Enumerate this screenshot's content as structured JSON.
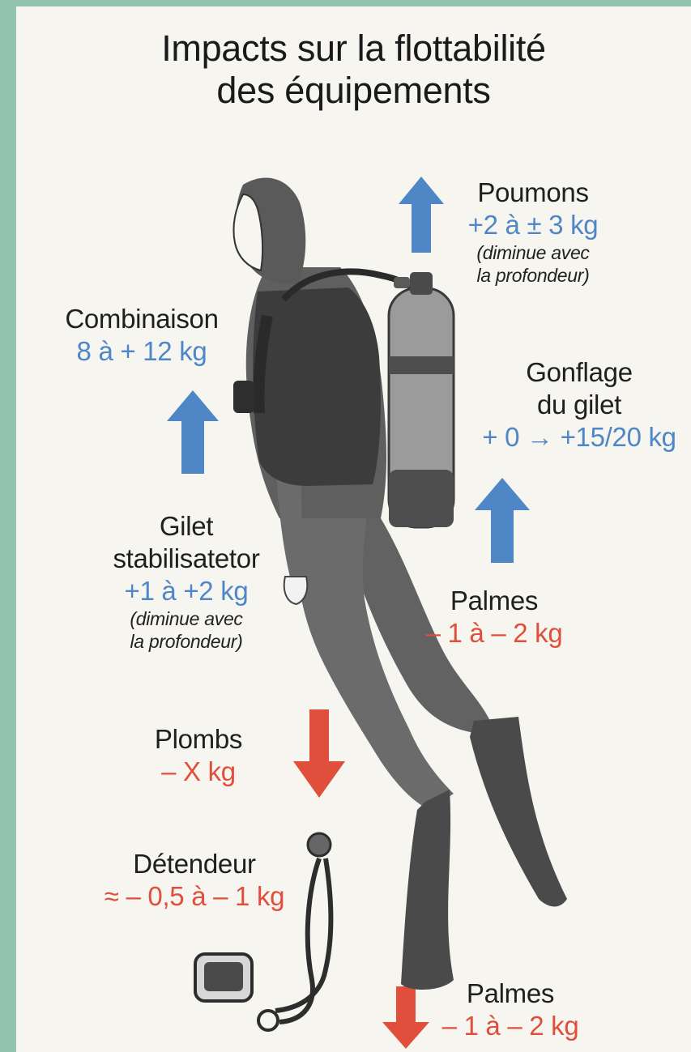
{
  "title": {
    "line1": "Impacts sur la flottabilité",
    "line2": "des équipements"
  },
  "colors": {
    "background": "#95c3b1",
    "card": "#f6f5f0",
    "positive": "#4f86c6",
    "negative": "#e04e3c",
    "diver": "#5f5f5f"
  },
  "labels": {
    "poumons": {
      "name": "Poumons",
      "value": "+2 à ± 3 kg",
      "note_line1": "(diminue avec",
      "note_line2": "la profondeur)",
      "direction": "up"
    },
    "combinaison": {
      "name": "Combinaison",
      "value": "8 à + 12 kg",
      "direction": "up"
    },
    "gonflage": {
      "name_line1": "Gonflage",
      "name_line2": "du gilet",
      "value": "+ 0 → +15/20 kg",
      "direction": "up"
    },
    "gilet": {
      "name_line1": "Gilet",
      "name_line2": "stabilisatetor",
      "value": "+1 à +2 kg",
      "note_line1": "(diminue avec",
      "note_line2": "la profondeur)"
    },
    "palmes_mid": {
      "name": "Palmes",
      "value": "– 1 à – 2 kg"
    },
    "plombs": {
      "name": "Plombs",
      "value": "– X kg",
      "direction": "down"
    },
    "detendeur": {
      "name": "Détendeur",
      "value": "≈ – 0,5 à – 1 kg"
    },
    "palmes_bottom": {
      "name": "Palmes",
      "value": "– 1 à – 2 kg",
      "direction": "down"
    }
  },
  "icons": [
    "diver-figure",
    "scuba-tank",
    "regulator-gauge",
    "up-arrow",
    "down-arrow"
  ]
}
